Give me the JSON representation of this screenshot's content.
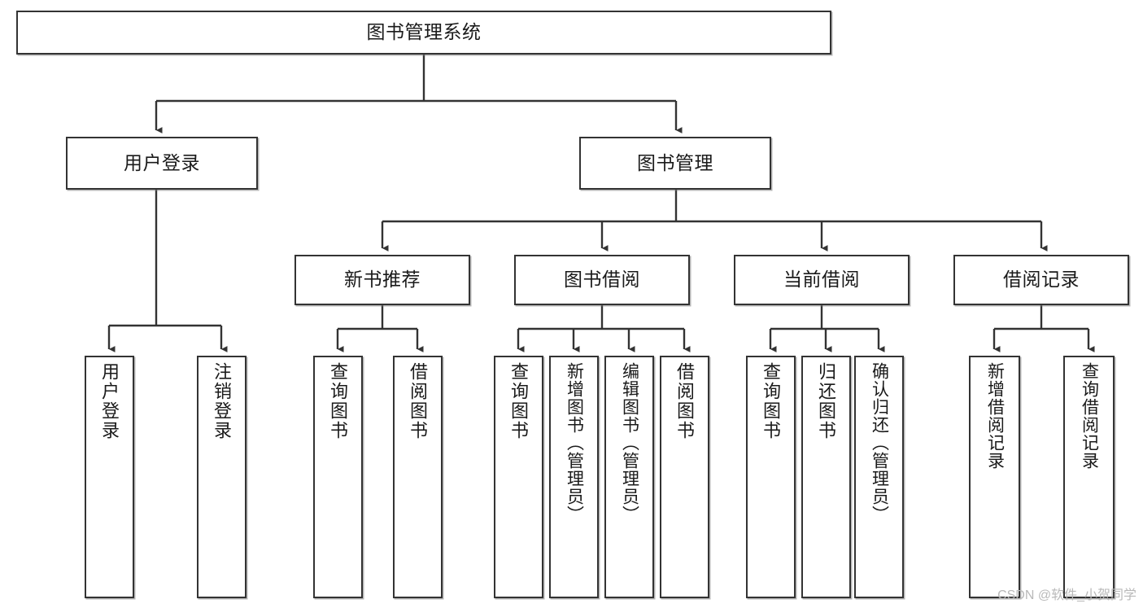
{
  "diagram": {
    "type": "tree-hierarchy",
    "title": "图书管理系统",
    "stroke_color": "#333333",
    "fill_color": "#ffffff",
    "text_color": "#1a1a1a",
    "levels": [
      {
        "level": 1,
        "nodes": [
          {
            "id": "root",
            "label": "图书管理系统",
            "orientation": "horizontal"
          }
        ]
      },
      {
        "level": 2,
        "nodes": [
          {
            "id": "login",
            "label": "用户登录",
            "orientation": "horizontal",
            "parent": "root"
          },
          {
            "id": "bookmgmt",
            "label": "图书管理",
            "orientation": "horizontal",
            "parent": "root"
          }
        ]
      },
      {
        "level": 3,
        "nodes": [
          {
            "id": "newbook",
            "label": "新书推荐",
            "orientation": "horizontal",
            "parent": "bookmgmt"
          },
          {
            "id": "borrow",
            "label": "图书借阅",
            "orientation": "horizontal",
            "parent": "bookmgmt"
          },
          {
            "id": "current",
            "label": "当前借阅",
            "orientation": "horizontal",
            "parent": "bookmgmt"
          },
          {
            "id": "record",
            "label": "借阅记录",
            "orientation": "horizontal",
            "parent": "bookmgmt"
          }
        ]
      },
      {
        "level": 4,
        "nodes": [
          {
            "id": "leaf1",
            "label": "用户登录",
            "orientation": "vertical",
            "parent": "login"
          },
          {
            "id": "leaf2",
            "label": "注销登录",
            "orientation": "vertical",
            "parent": "login"
          },
          {
            "id": "leaf3",
            "label": "查询图书",
            "orientation": "vertical",
            "parent": "newbook"
          },
          {
            "id": "leaf4",
            "label": "借阅图书",
            "orientation": "vertical",
            "parent": "newbook"
          },
          {
            "id": "leaf5",
            "label": "查询图书",
            "orientation": "vertical",
            "parent": "borrow"
          },
          {
            "id": "leaf6",
            "label": "新增图书（管理员）",
            "orientation": "vertical",
            "parent": "borrow"
          },
          {
            "id": "leaf7",
            "label": "编辑图书（管理员）",
            "orientation": "vertical",
            "parent": "borrow"
          },
          {
            "id": "leaf8",
            "label": "借阅图书",
            "orientation": "vertical",
            "parent": "borrow"
          },
          {
            "id": "leaf9",
            "label": "查询图书",
            "orientation": "vertical",
            "parent": "current"
          },
          {
            "id": "leaf10",
            "label": "归还图书",
            "orientation": "vertical",
            "parent": "current"
          },
          {
            "id": "leaf11",
            "label": "确认归还（管理员）",
            "orientation": "vertical",
            "parent": "current"
          },
          {
            "id": "leaf12",
            "label": "新增借阅记录",
            "orientation": "vertical",
            "parent": "record"
          },
          {
            "id": "leaf13",
            "label": "查询借阅记录",
            "orientation": "vertical",
            "parent": "record"
          }
        ]
      }
    ]
  },
  "nodes": {
    "root": {
      "label": "图书管理系统"
    },
    "login": {
      "label": "用户登录"
    },
    "bookmgmt": {
      "label": "图书管理"
    },
    "newbook": {
      "label": "新书推荐"
    },
    "borrow": {
      "label": "图书借阅"
    },
    "current": {
      "label": "当前借阅"
    },
    "record": {
      "label": "借阅记录"
    },
    "leaf1": {
      "label": "用户登录"
    },
    "leaf2": {
      "label": "注销登录"
    },
    "leaf3": {
      "label": "查询图书"
    },
    "leaf4": {
      "label": "借阅图书"
    },
    "leaf5": {
      "label": "查询图书"
    },
    "leaf6": {
      "label": "新增图书（管理员）"
    },
    "leaf7": {
      "label": "编辑图书（管理员）"
    },
    "leaf8": {
      "label": "借阅图书"
    },
    "leaf9": {
      "label": "查询图书"
    },
    "leaf10": {
      "label": "归还图书"
    },
    "leaf11": {
      "label": "确认归还（管理员）"
    },
    "leaf12": {
      "label": "新增借阅记录"
    },
    "leaf13": {
      "label": "查询借阅记录"
    }
  },
  "watermark": {
    "text": "CSDN @软件_小贺同学"
  }
}
